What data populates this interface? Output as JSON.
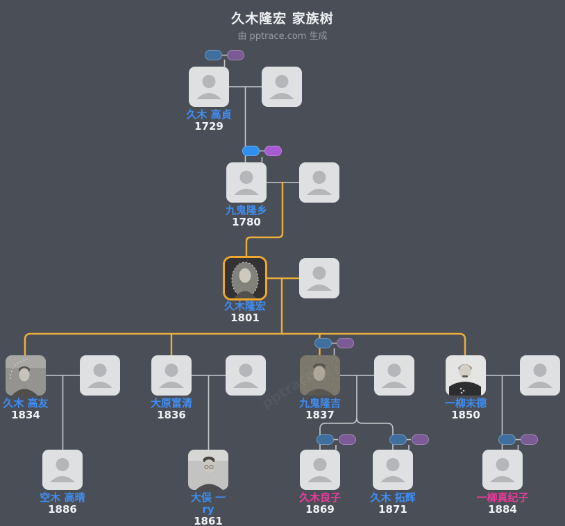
{
  "header": {
    "title": "久木隆宏 家族树",
    "subtitle": "由 pptrace.com 生成"
  },
  "watermark": "pptrace",
  "colors": {
    "bg": "#4a4f57",
    "card": "#dee0e2",
    "silhouette": "#b4b6ba",
    "male": "#3f8df2",
    "female": "#ee3a9c",
    "year": "#f2f3f5",
    "line": "#c6c8cb",
    "lineage": "#ecaf3e",
    "highlight": "#f0a62f",
    "badge_blue": "#2f8fee",
    "badge_purple": "#a85ad2",
    "badge_blue_muted": "#3f6f9f",
    "badge_purple_muted": "#7b5b95",
    "title": "#eef0f2",
    "subtitle": "#979ca3"
  },
  "people": {
    "g1_main": {
      "name": "久木 高貞",
      "year": "1729",
      "gender": "male",
      "has_photo": false
    },
    "g2_main": {
      "name": "九鬼隆乡",
      "year": "1780",
      "gender": "male",
      "has_photo": false
    },
    "g3_main": {
      "name": "久木隆宏",
      "year": "1801",
      "gender": "male",
      "has_photo": true,
      "highlighted": true
    },
    "g4_c1": {
      "name": "久木 高友",
      "year": "1834",
      "gender": "male",
      "has_photo": true
    },
    "g4_c2": {
      "name": "大原富清",
      "year": "1836",
      "gender": "male",
      "has_photo": false
    },
    "g4_c3": {
      "name": "九鬼隆吉",
      "year": "1837",
      "gender": "male",
      "has_photo": true
    },
    "g4_c4": {
      "name": "一柳末德",
      "year": "1850",
      "gender": "male",
      "has_photo": true
    },
    "g5_c1": {
      "name": "空木 高晴",
      "year": "1886",
      "gender": "male",
      "has_photo": false
    },
    "g5_c2": {
      "name": "大俣 一ry",
      "year": "1861",
      "gender": "male",
      "has_photo": true
    },
    "g5_c3": {
      "name": "久木良子",
      "year": "1869",
      "gender": "female",
      "has_photo": false
    },
    "g5_c4": {
      "name": "久木 拓辉",
      "year": "1871",
      "gender": "male",
      "has_photo": false
    },
    "g5_c5": {
      "name": "一柳真纪子",
      "year": "1884",
      "gender": "female",
      "has_photo": false
    }
  }
}
